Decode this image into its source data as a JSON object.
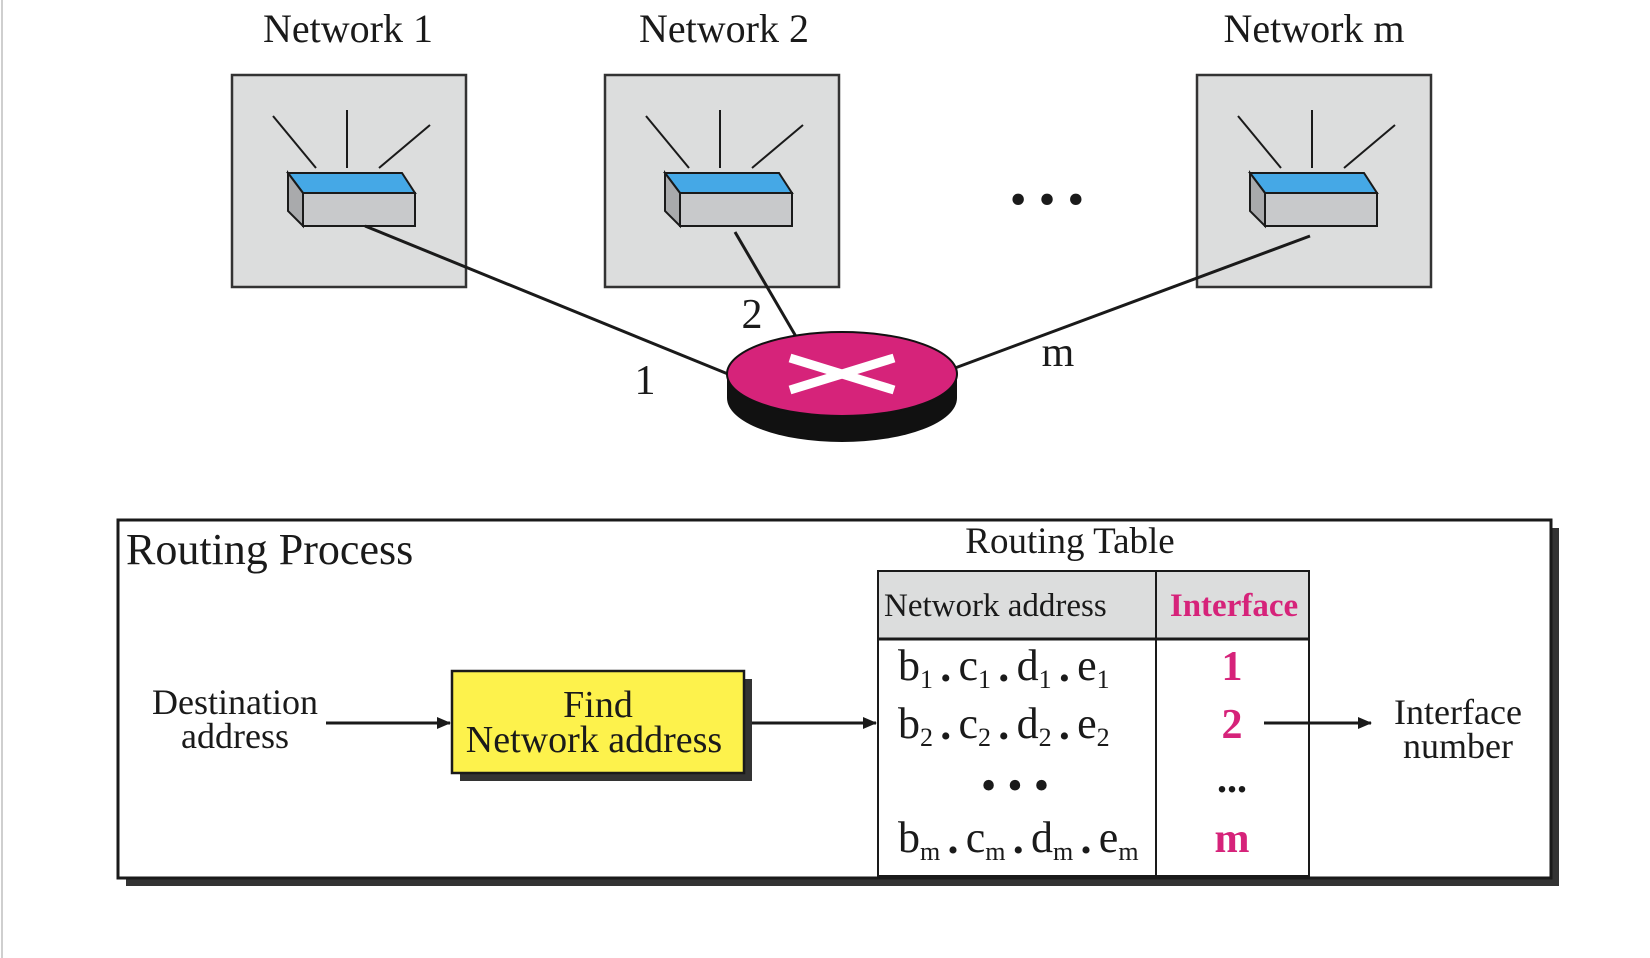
{
  "networks": [
    {
      "label": "Network 1",
      "link_label": "1"
    },
    {
      "label": "Network 2",
      "link_label": "2"
    },
    {
      "label": "Network m",
      "link_label": "m"
    }
  ],
  "network_ellipsis": "• • •",
  "routing_process": {
    "title": "Routing Process",
    "input_label": [
      "Destination",
      "address"
    ],
    "process_box": [
      "Find",
      "Network address"
    ],
    "output_label": [
      "Interface",
      "number"
    ]
  },
  "routing_table": {
    "title": "Routing Table",
    "headers": [
      "Network address",
      "Interface"
    ],
    "rows": [
      {
        "address": [
          [
            "b",
            "1"
          ],
          [
            "c",
            "1"
          ],
          [
            "d",
            "1"
          ],
          [
            "e",
            "1"
          ]
        ],
        "interface": "1"
      },
      {
        "address": [
          [
            "b",
            "2"
          ],
          [
            "c",
            "2"
          ],
          [
            "d",
            "2"
          ],
          [
            "e",
            "2"
          ]
        ],
        "interface": "2"
      },
      {
        "ellipsis": "• • •",
        "interface": "..."
      },
      {
        "address": [
          [
            "b",
            "m"
          ],
          [
            "c",
            "m"
          ],
          [
            "d",
            "m"
          ],
          [
            "e",
            "m"
          ]
        ],
        "interface": "m"
      }
    ]
  },
  "colors": {
    "panel_bg": "#dcdddd",
    "switch_top": "#45a8e6",
    "switch_body": "#c8c9cb",
    "router": "#d6237a",
    "process_box": "#fdf24c",
    "interface_text": "#d6237a"
  }
}
